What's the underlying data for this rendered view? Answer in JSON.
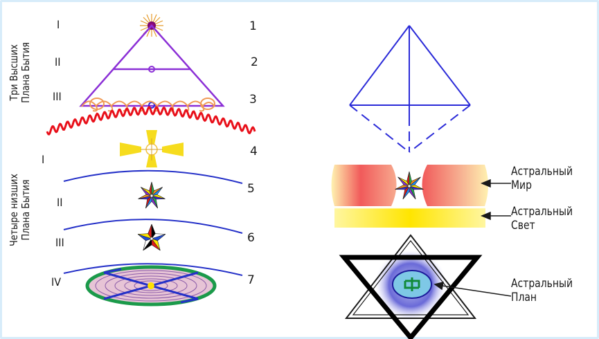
{
  "left": {
    "upper_title": {
      "line1": "Три Высших",
      "line2": "Плана Бытия"
    },
    "lower_title": {
      "line1": "Четыре низших",
      "line2": "Плана Бытия"
    },
    "upper_romans": [
      "I",
      "II",
      "III"
    ],
    "lower_romans": [
      "I",
      "II",
      "III",
      "IV"
    ],
    "numbers": [
      "1",
      "2",
      "3",
      "4",
      "5",
      "6",
      "7"
    ]
  },
  "right": {
    "labels": [
      {
        "line1": "Астральный",
        "line2": "Мир"
      },
      {
        "line1": "Астральный",
        "line2": "Свет"
      },
      {
        "line1": "Астральный",
        "line2": "План"
      }
    ]
  },
  "colors": {
    "triangle": "#8b2fd6",
    "wave": "#e8101a",
    "arc": "#2430c8",
    "tetra": "#2a2ad8",
    "sun": "#e0902a",
    "cross": "#f6dc1e",
    "frame": "#d7ecfa"
  }
}
